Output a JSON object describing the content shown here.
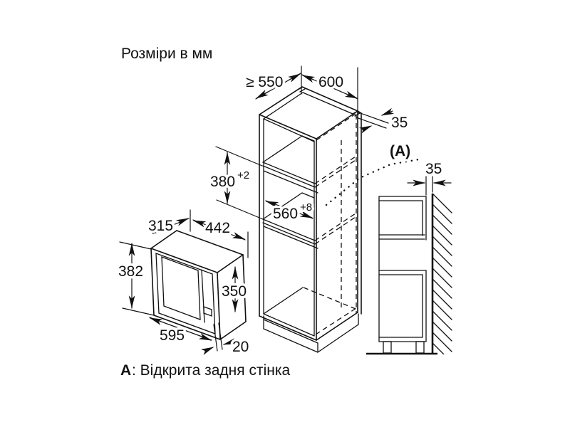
{
  "title": "Розміри в мм",
  "dimensions": {
    "cabinet_depth_min": "≥ 550",
    "cabinet_width": "600",
    "rear_gap_top": "35",
    "niche_height": "380",
    "niche_height_tolerance": "+2",
    "niche_width": "560",
    "niche_width_tolerance": "+8",
    "appliance_depth": "315",
    "appliance_body_width": "442",
    "appliance_frame_height": "382",
    "appliance_body_height": "350",
    "appliance_frame_width": "595",
    "frame_overlap": "20",
    "detail_rear_gap": "35"
  },
  "detail": {
    "label": "(А)"
  },
  "legend": {
    "key": "А",
    "text": ": Відкрита задня стінка"
  },
  "colors": {
    "line": "#111111",
    "background": "#ffffff"
  }
}
